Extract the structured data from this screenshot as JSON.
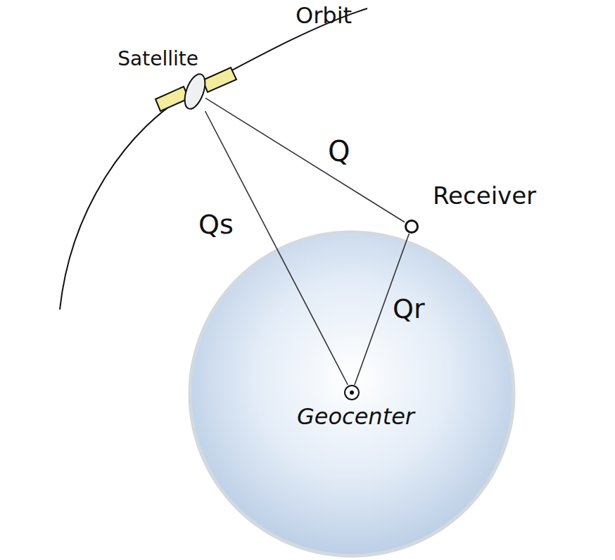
{
  "diagram": {
    "nodes": [
      {
        "text": [
          "Satellite"
        ]
      },
      {
        "text": [
          "Receiver"
        ]
      },
      {
        "text": [
          "Geocenter"
        ]
      }
    ],
    "edges": [
      {
        "from": 0,
        "to": 1,
        "arrow": "none",
        "label": "Q"
      },
      {
        "from": 0,
        "to": 2,
        "arrow": "none",
        "label": "Qs"
      },
      {
        "from": 1,
        "to": 2,
        "arrow": "none",
        "label": "Qr"
      }
    ],
    "labels": [
      "Orbit"
    ]
  }
}
